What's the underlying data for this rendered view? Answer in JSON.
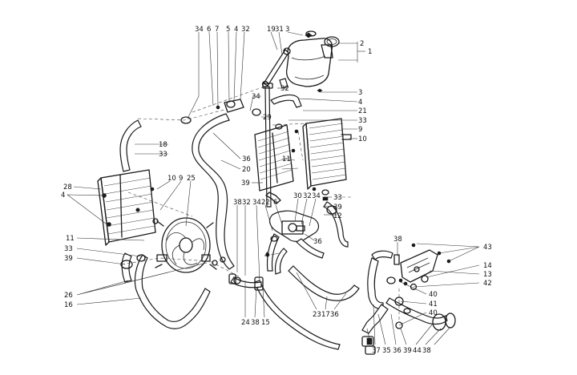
{
  "labels": {
    "l01": "34",
    "l02": "6",
    "l03": "7",
    "l04": "5",
    "l05": "4",
    "l06": "32",
    "l07": "19",
    "l08": "31",
    "l09": "3",
    "l10": "2",
    "l11": "1",
    "l12": "3",
    "l13": "4",
    "l14": "32",
    "l15": "34",
    "l16": "21",
    "l17": "33",
    "l18": "29",
    "l19": "9",
    "l20": "10",
    "l21": "18",
    "l22": "33",
    "l23": "36",
    "l24": "20",
    "l25": "11",
    "l26": "39",
    "l27": "28",
    "l28": "10",
    "l29": "9",
    "l30": "25",
    "l31": "4",
    "l32": "38",
    "l33": "32",
    "l34": "34",
    "l35": "22",
    "l36": "6",
    "l37": "30",
    "l38": "32",
    "l39": "34",
    "l40": "33",
    "l41": "39",
    "l42": "12",
    "l43": "36",
    "l44": "11",
    "l45": "33",
    "l46": "39",
    "l47": "4",
    "l48": "38",
    "l49": "43",
    "l50": "14",
    "l51": "13",
    "l52": "42",
    "l53": "40",
    "l54": "41",
    "l55": "40",
    "l56": "26",
    "l57": "16",
    "l58": "24",
    "l59": "38",
    "l60": "15",
    "l61": "23",
    "l62": "17",
    "l63": "36",
    "l64": "37",
    "l65": "35",
    "l66": "36",
    "l67": "39",
    "l68": "44",
    "l69": "38"
  }
}
